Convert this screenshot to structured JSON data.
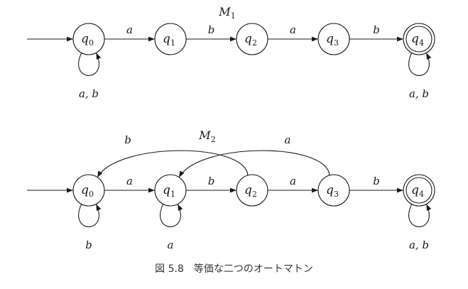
{
  "machines": [
    {
      "label_main": "M",
      "label_sub": "1",
      "states": [
        {
          "id": "q0",
          "main": "q",
          "sub": "0",
          "accepting": false,
          "start": true
        },
        {
          "id": "q1",
          "main": "q",
          "sub": "1",
          "accepting": false,
          "start": false
        },
        {
          "id": "q2",
          "main": "q",
          "sub": "2",
          "accepting": false,
          "start": false
        },
        {
          "id": "q3",
          "main": "q",
          "sub": "3",
          "accepting": false,
          "start": false
        },
        {
          "id": "q4",
          "main": "q",
          "sub": "4",
          "accepting": true,
          "start": false
        }
      ],
      "transitions": [
        {
          "from": "q0",
          "to": "q1",
          "label": "a"
        },
        {
          "from": "q1",
          "to": "q2",
          "label": "b"
        },
        {
          "from": "q2",
          "to": "q3",
          "label": "a"
        },
        {
          "from": "q3",
          "to": "q4",
          "label": "b"
        },
        {
          "from": "q0",
          "to": "q0",
          "label": "a, b"
        },
        {
          "from": "q4",
          "to": "q4",
          "label": "a, b"
        }
      ]
    },
    {
      "label_main": "M",
      "label_sub": "2",
      "states": [
        {
          "id": "q0",
          "main": "q",
          "sub": "0",
          "accepting": false,
          "start": true
        },
        {
          "id": "q1",
          "main": "q",
          "sub": "1",
          "accepting": false,
          "start": false
        },
        {
          "id": "q2",
          "main": "q",
          "sub": "2",
          "accepting": false,
          "start": false
        },
        {
          "id": "q3",
          "main": "q",
          "sub": "3",
          "accepting": false,
          "start": false
        },
        {
          "id": "q4",
          "main": "q",
          "sub": "4",
          "accepting": true,
          "start": false
        }
      ],
      "transitions": [
        {
          "from": "q0",
          "to": "q1",
          "label": "a"
        },
        {
          "from": "q1",
          "to": "q2",
          "label": "b"
        },
        {
          "from": "q2",
          "to": "q3",
          "label": "a"
        },
        {
          "from": "q3",
          "to": "q4",
          "label": "b"
        },
        {
          "from": "q2",
          "to": "q0",
          "label": "b"
        },
        {
          "from": "q3",
          "to": "q1",
          "label": "a"
        },
        {
          "from": "q0",
          "to": "q0",
          "label": "b"
        },
        {
          "from": "q1",
          "to": "q1",
          "label": "a"
        },
        {
          "from": "q4",
          "to": "q4",
          "label": "a, b"
        }
      ]
    }
  ],
  "caption": {
    "number": "図 5.8",
    "title": "等価な二つのオートマトン"
  }
}
